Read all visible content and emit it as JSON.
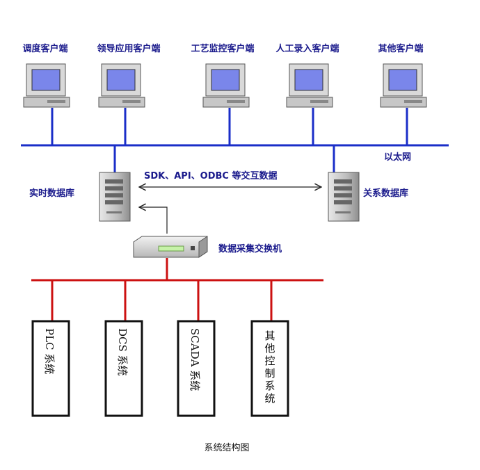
{
  "clients": [
    {
      "label": "调度客户端"
    },
    {
      "label": "领导应用客户端"
    },
    {
      "label": "工艺监控客户端"
    },
    {
      "label": "人工录入客户端"
    },
    {
      "label": "其他客户端"
    }
  ],
  "network": {
    "ethernet_label": "以太网"
  },
  "servers": {
    "realtime_db": "实时数据库",
    "relational_db": "关系数据库",
    "exchange_label": "SDK、API、ODBC 等交互数据"
  },
  "switch": {
    "label": "数据采集交换机"
  },
  "field_systems": [
    {
      "label": "PLC 系统"
    },
    {
      "label": "DCS 系统"
    },
    {
      "label": "SCADA 系统"
    },
    {
      "label": "其他控制系统"
    }
  ],
  "caption": "系统结构图",
  "colors": {
    "ethernet_bus": "#1a2ec8",
    "field_bus": "#cc1111",
    "label_blue": "#1a1a8c",
    "screen": "#7a86ea"
  }
}
